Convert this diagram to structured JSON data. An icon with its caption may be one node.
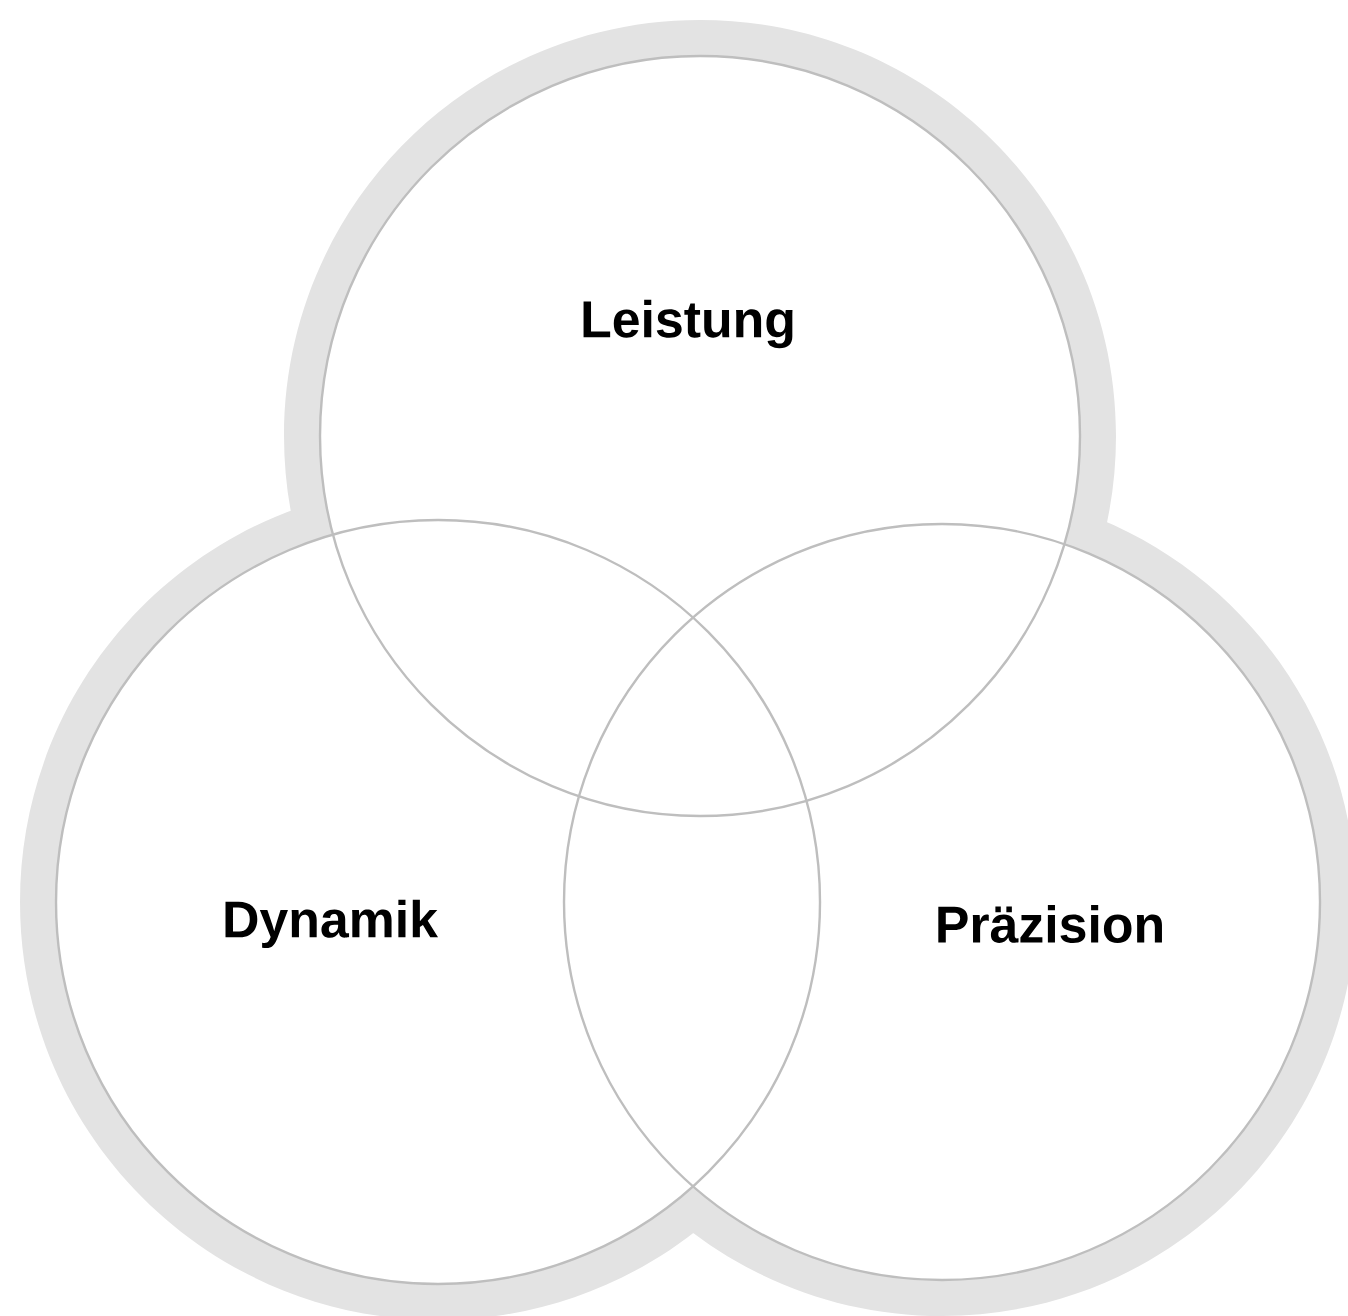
{
  "diagram": {
    "nodes": [
      {
        "text": [
          "Leistung"
        ]
      },
      {
        "text": [
          "Dynamik"
        ]
      },
      {
        "text": [
          "Präzision"
        ]
      }
    ]
  }
}
